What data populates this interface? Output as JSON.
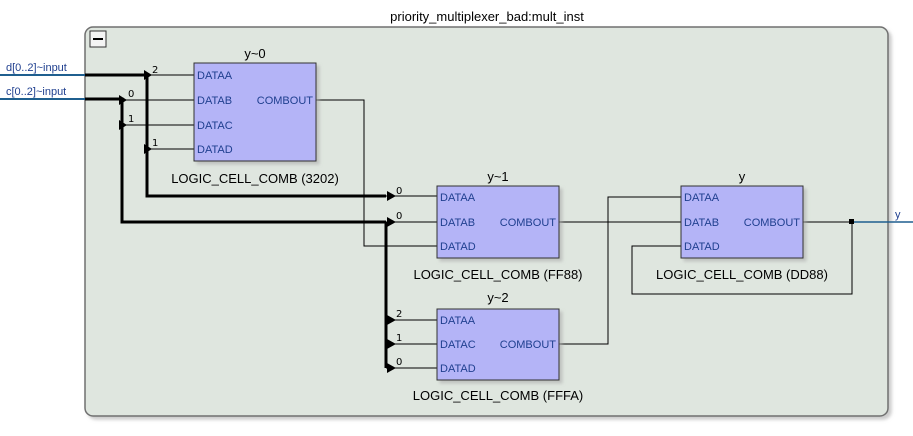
{
  "diagram": {
    "instance_title": "priority_multiplexer_bad:mult_inst",
    "inputs": [
      {
        "label": "d[0..2]~input"
      },
      {
        "label": "c[0..2]~input"
      }
    ],
    "output": {
      "label": "y"
    },
    "cells": {
      "y0": {
        "title": "y~0",
        "name": "LOGIC_CELL_COMB (3202)",
        "ports": [
          "DATAA",
          "DATAB",
          "DATAC",
          "DATAD"
        ],
        "out": "COMBOUT"
      },
      "y1": {
        "title": "y~1",
        "name": "LOGIC_CELL_COMB (FF88)",
        "ports": [
          "DATAA",
          "DATAB",
          "DATAD"
        ],
        "out": "COMBOUT"
      },
      "y2": {
        "title": "y~2",
        "name": "LOGIC_CELL_COMB (FFFA)",
        "ports": [
          "DATAA",
          "DATAC",
          "DATAD"
        ],
        "out": "COMBOUT"
      },
      "y": {
        "title": "y",
        "name": "LOGIC_CELL_COMB (DD88)",
        "ports": [
          "DATAA",
          "DATAB",
          "DATAD"
        ],
        "out": "COMBOUT"
      }
    },
    "bus_indices": {
      "y0": [
        "2",
        "0",
        "1",
        "1"
      ],
      "y1": [
        "0",
        "0"
      ],
      "y2": [
        "2",
        "1",
        "0"
      ]
    },
    "colors": {
      "cell_fill": "#b4b4f7",
      "group_fill": "#dfe6df",
      "wire": "#000000",
      "io_wire": "#1f5f8f"
    }
  }
}
